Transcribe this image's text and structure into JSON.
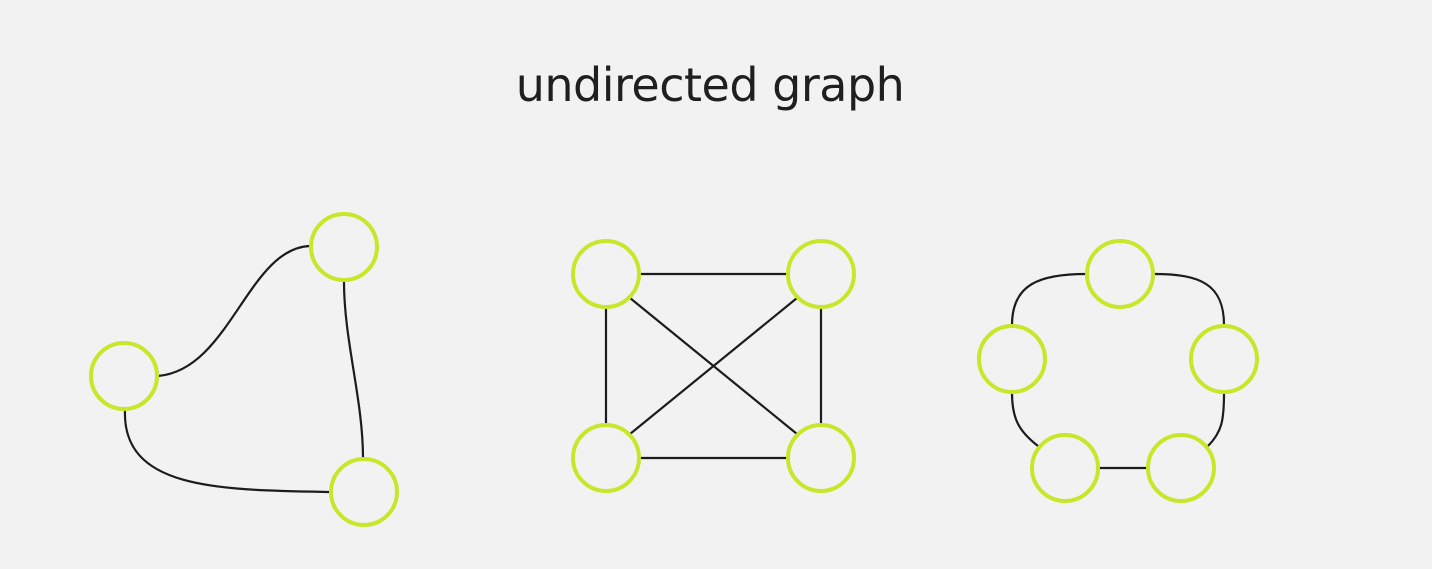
{
  "title": "undirected graph",
  "colors": {
    "background": "#f2f2f2",
    "edge": "#1c1c1c",
    "node_outline": "#c8e62a",
    "title_text": "#1f1f1f"
  },
  "graphs": [
    {
      "name": "three-node-cycle",
      "node_count": 3,
      "edge_count": 3,
      "edges": [
        [
          "n1",
          "n2"
        ],
        [
          "n2",
          "n3"
        ],
        [
          "n3",
          "n1"
        ]
      ]
    },
    {
      "name": "four-node-complete",
      "node_count": 4,
      "edge_count": 6,
      "edges": [
        [
          "n1",
          "n2"
        ],
        [
          "n1",
          "n3"
        ],
        [
          "n1",
          "n4"
        ],
        [
          "n2",
          "n3"
        ],
        [
          "n2",
          "n4"
        ],
        [
          "n3",
          "n4"
        ]
      ]
    },
    {
      "name": "five-node-cycle",
      "node_count": 5,
      "edge_count": 5,
      "edges": [
        [
          "n1",
          "n2"
        ],
        [
          "n2",
          "n3"
        ],
        [
          "n3",
          "n4"
        ],
        [
          "n4",
          "n5"
        ],
        [
          "n5",
          "n1"
        ]
      ]
    }
  ]
}
